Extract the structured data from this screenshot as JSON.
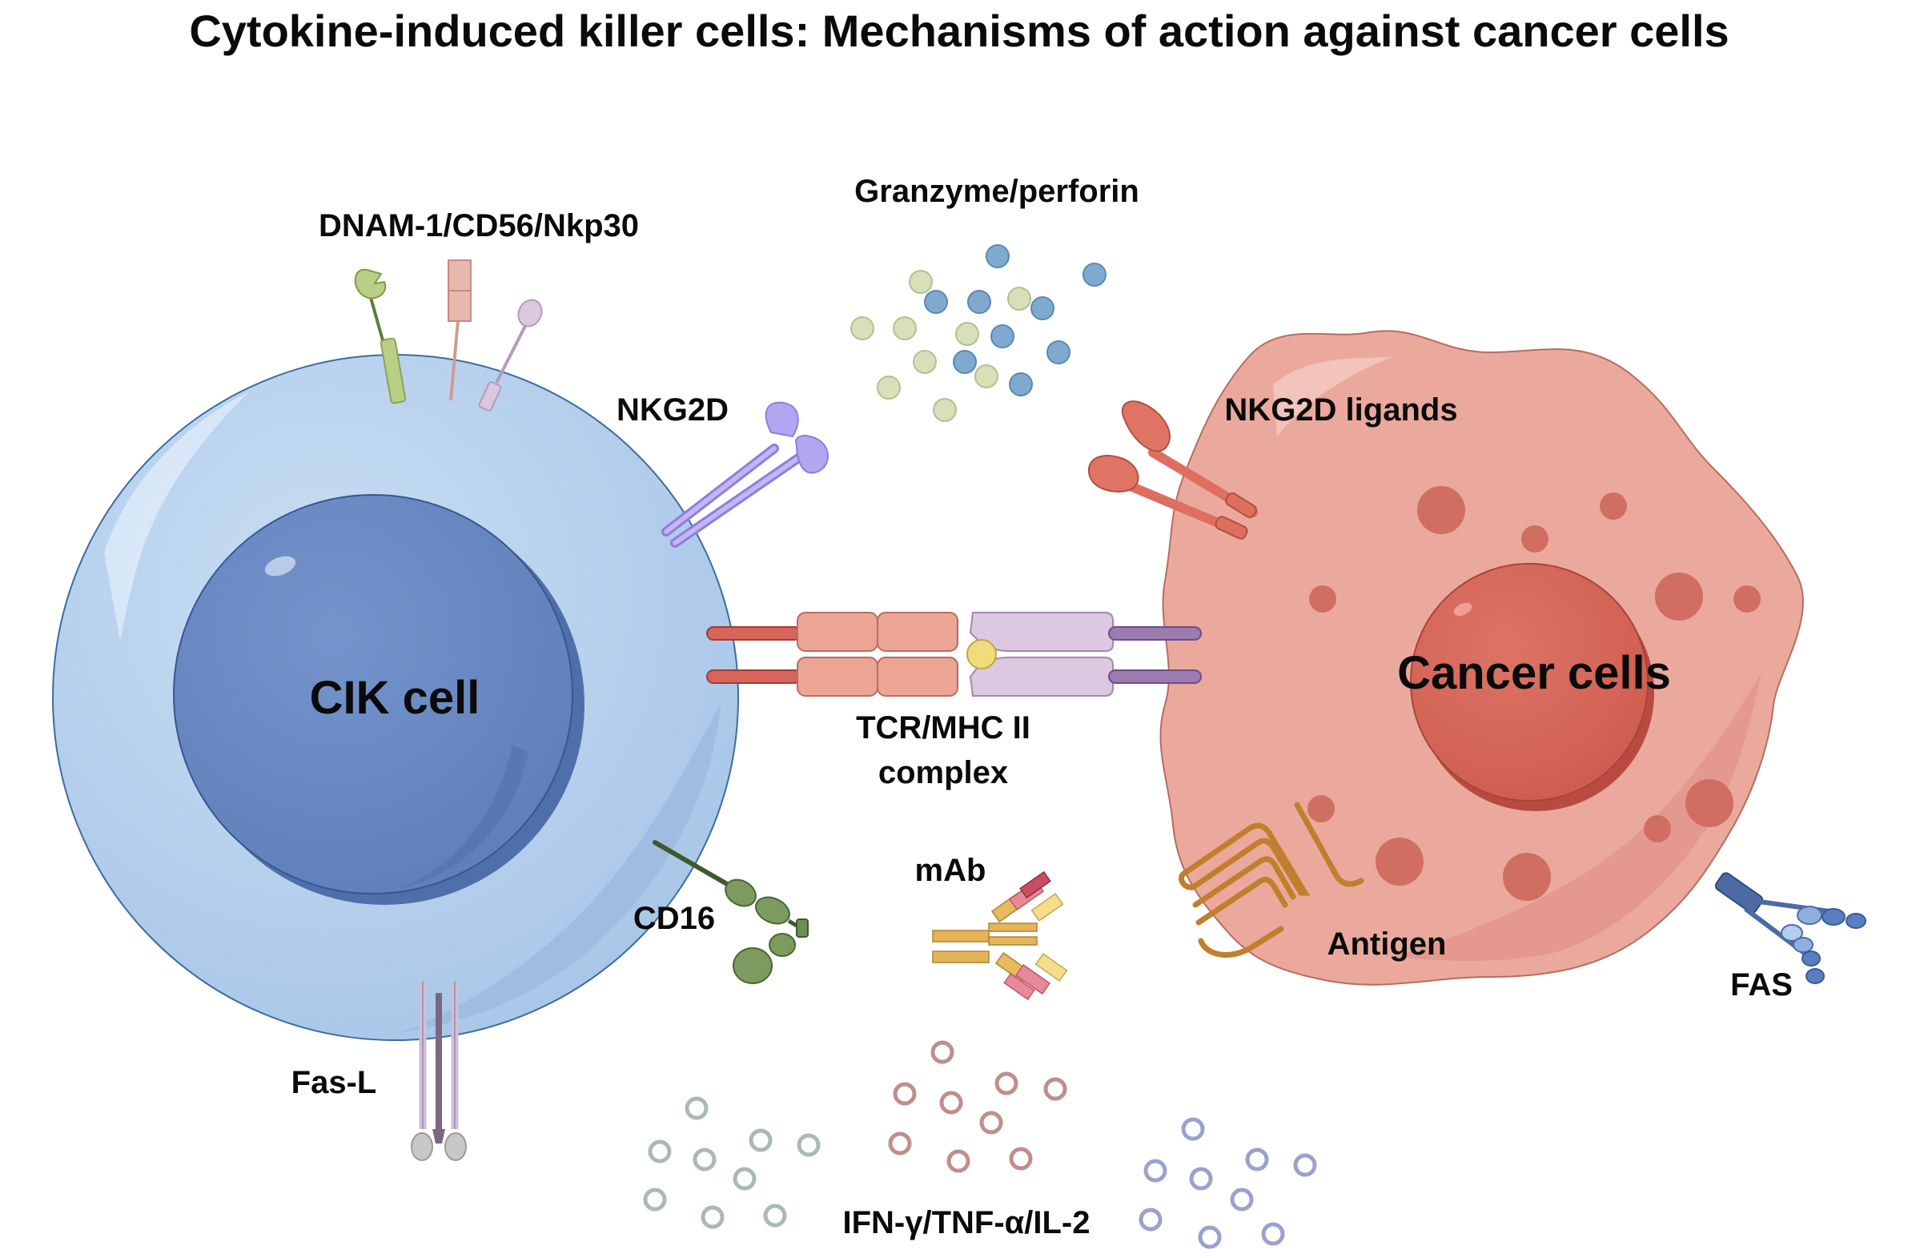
{
  "title": "Cytokine-induced killer cells: Mechanisms of action against cancer cells",
  "labels": {
    "dnam": "DNAM-1/CD56/Nkp30",
    "granzyme": "Granzyme/perforin",
    "nkg2d": "NKG2D",
    "nkg2d_ligands": "NKG2D ligands",
    "cik_cell": "CIK cell",
    "cancer_cells": "Cancer cells",
    "tcr_line1": "TCR/MHC II",
    "tcr_line2": "complex",
    "cd16": "CD16",
    "mab": "mAb",
    "antigen": "Antigen",
    "fas": "FAS",
    "fas_l": "Fas-L",
    "cytokines": "IFN-γ/TNF-α/IL-2"
  },
  "colors": {
    "cik_outer": "#bcd6f0",
    "cik_nucleus": "#6b8cc4",
    "cancer_cyto": "#eaa99c",
    "cancer_nucleus": "#d5695c",
    "nkg2d": "#b3a5f0",
    "ligand": "#de6f5f",
    "mhc": "#d9c7e0",
    "tcr": "#eca594",
    "cd16": "#6f8c55",
    "antigen": "#c17f2d",
    "fas": "#6d8fc6",
    "granzyme_green": "#d7e0b8",
    "granzyme_blue": "#7fa9cf"
  },
  "icons": [
    "cik-cell-icon",
    "cancer-cell-icon",
    "nkg2d-receptor-icon",
    "nkg2d-ligand-icon",
    "tcr-mhc-complex-icon",
    "cd16-receptor-icon",
    "antibody-icon",
    "antigen-icon",
    "fas-receptor-icon",
    "fas-ligand-icon",
    "granule-icon",
    "cytokine-icon"
  ]
}
